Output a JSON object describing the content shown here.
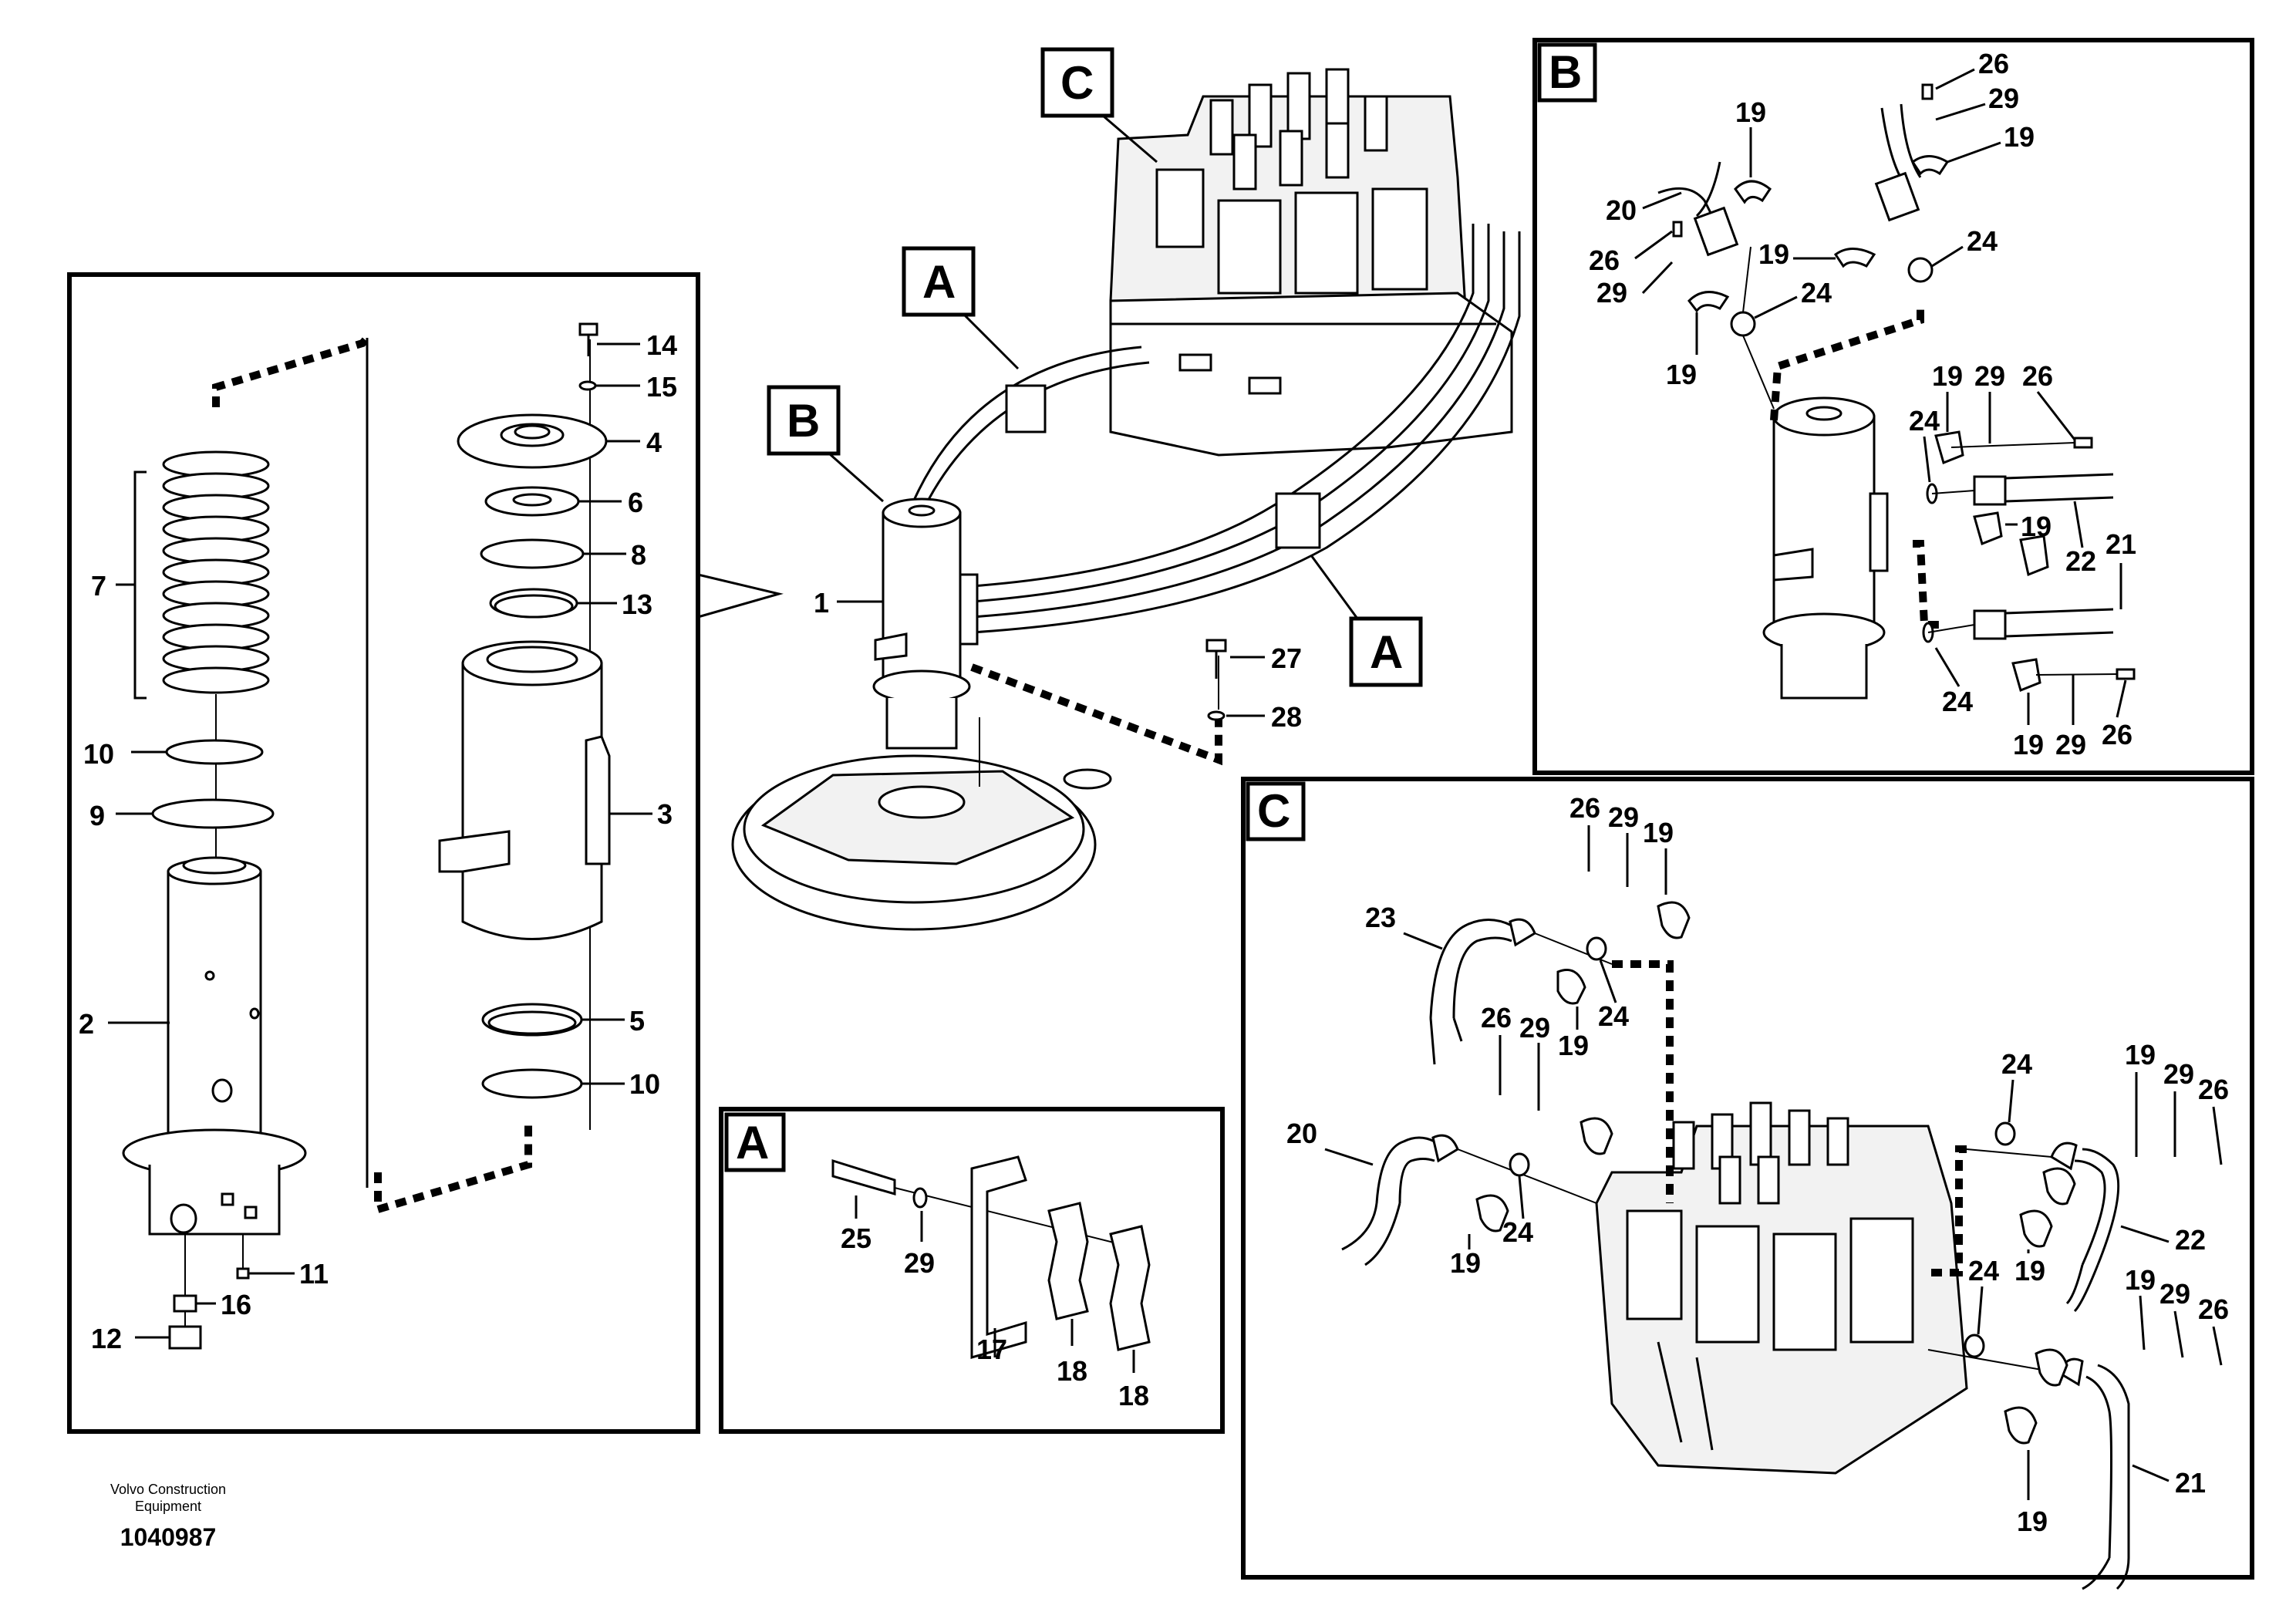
{
  "footer": {
    "company_line1": "Volvo Construction",
    "company_line2": "Equipment",
    "drawing_number": "1040987"
  },
  "views": {
    "A": "A",
    "B": "B",
    "C": "C"
  },
  "parts": {
    "p1": "1",
    "p2": "2",
    "p3": "3",
    "p4": "4",
    "p5": "5",
    "p6": "6",
    "p7": "7",
    "p8": "8",
    "p9": "9",
    "p10": "10",
    "p11": "11",
    "p12": "12",
    "p13": "13",
    "p14": "14",
    "p15": "15",
    "p16": "16",
    "p17": "17",
    "p18": "18",
    "p19": "19",
    "p20": "20",
    "p21": "21",
    "p22": "22",
    "p23": "23",
    "p24": "24",
    "p25": "25",
    "p26": "26",
    "p27": "27",
    "p28": "28",
    "p29": "29"
  }
}
